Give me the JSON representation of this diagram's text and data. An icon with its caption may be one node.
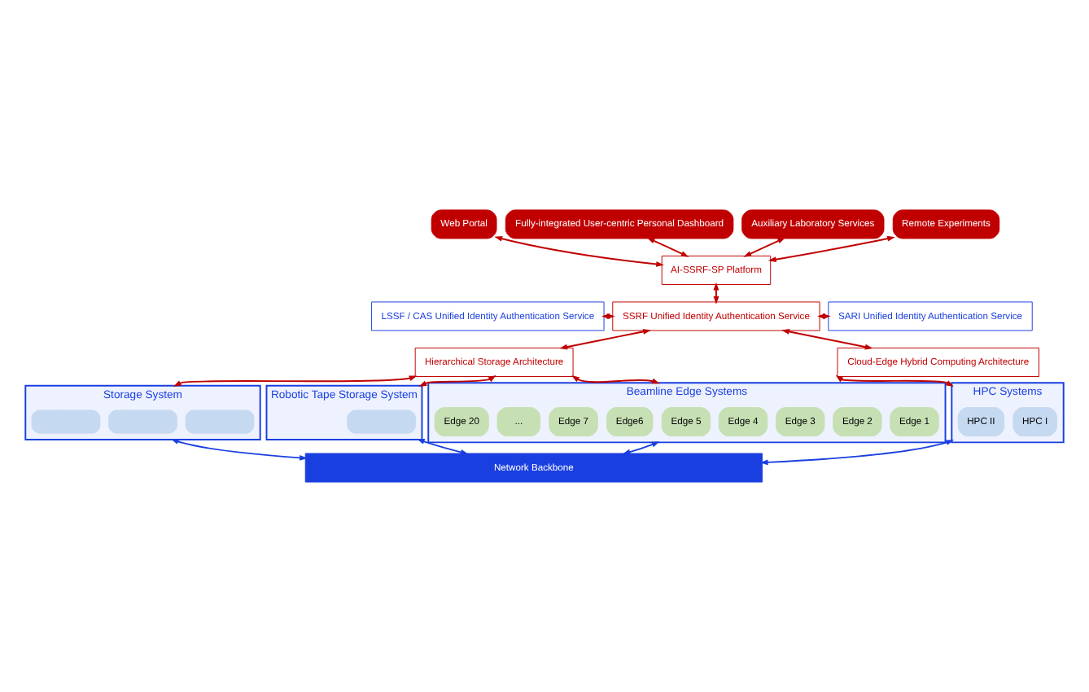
{
  "diagram": {
    "nodes": [
      {
        "text": [
          "Web Portal"
        ]
      },
      {
        "text": [
          "Fully-integrated User-centric Personal Dashboard"
        ]
      },
      {
        "text": [
          "Auxiliary Laboratory Services"
        ]
      },
      {
        "text": [
          "Remote Experiments"
        ]
      },
      {
        "text": [
          "AI-SSRF-SP Platform"
        ]
      },
      {
        "text": [
          "LSSF / CAS Unified Identity Authentication Service"
        ]
      },
      {
        "text": [
          "SSRF Unified Identity Authentication Service"
        ]
      },
      {
        "text": [
          "SARI Unified Identity Authentication Service"
        ]
      },
      {
        "text": [
          "Hierarchical Storage Architecture"
        ]
      },
      {
        "text": [
          "Cloud-Edge Hybrid Computing Architecture"
        ]
      },
      {
        "text": [
          "Storage System"
        ]
      },
      {
        "text": [],
        "shape": "box",
        "in": 10
      },
      {
        "text": [],
        "shape": "box",
        "in": 10
      },
      {
        "text": [],
        "shape": "box",
        "in": 10
      },
      {
        "text": [
          "Robotic Tape Storage System"
        ]
      },
      {
        "text": [],
        "shape": "box",
        "in": 14
      },
      {
        "text": [
          "Beamline Edge Systems"
        ]
      },
      {
        "text": [
          "Edge 1"
        ],
        "in": 16
      },
      {
        "text": [
          "Edge 2"
        ],
        "in": 16
      },
      {
        "text": [
          "Edge 3"
        ],
        "in": 16
      },
      {
        "text": [
          "Edge 4"
        ],
        "in": 16
      },
      {
        "text": [
          "Edge 5"
        ],
        "in": 16
      },
      {
        "text": [
          "Edge6"
        ],
        "in": 16
      },
      {
        "text": [
          "Edge 7"
        ],
        "in": 16
      },
      {
        "text": [
          "..."
        ],
        "in": 16
      },
      {
        "text": [
          "Edge 20"
        ],
        "in": 16
      },
      {
        "text": [
          "HPC Systems"
        ]
      },
      {
        "text": [
          "HPC I"
        ],
        "in": 26
      },
      {
        "text": [
          "HPC II"
        ],
        "in": 26
      },
      {
        "text": [
          "Network Backbone"
        ]
      }
    ],
    "edges": [
      {
        "from": 0,
        "to": 4,
        "arrow": "both"
      },
      {
        "from": 1,
        "to": 4,
        "arrow": "both"
      },
      {
        "from": 2,
        "to": 4,
        "arrow": "both"
      },
      {
        "from": 3,
        "to": 4,
        "arrow": "both"
      },
      {
        "from": 4,
        "to": 6,
        "arrow": "both"
      },
      {
        "from": 5,
        "to": 6,
        "arrow": "both"
      },
      {
        "from": 6,
        "to": 7,
        "arrow": "both"
      },
      {
        "from": 6,
        "to": 8,
        "arrow": "both"
      },
      {
        "from": 6,
        "to": 9,
        "arrow": "both"
      },
      {
        "from": 8,
        "to": 10,
        "arrow": "both"
      },
      {
        "from": 8,
        "to": 14,
        "arrow": "both"
      },
      {
        "from": 8,
        "to": 16,
        "arrow": "both"
      },
      {
        "from": 9,
        "to": 26,
        "arrow": "both"
      },
      {
        "from": 10,
        "to": 29,
        "arrow": "both",
        "color": "#1a3fe0"
      },
      {
        "from": 14,
        "to": 29,
        "arrow": "both",
        "color": "#1a3fe0"
      },
      {
        "from": 16,
        "to": 29,
        "arrow": "both",
        "color": "#1a3fe0"
      },
      {
        "from": 26,
        "to": 29,
        "arrow": "both",
        "color": "#1a3fe0"
      }
    ]
  }
}
